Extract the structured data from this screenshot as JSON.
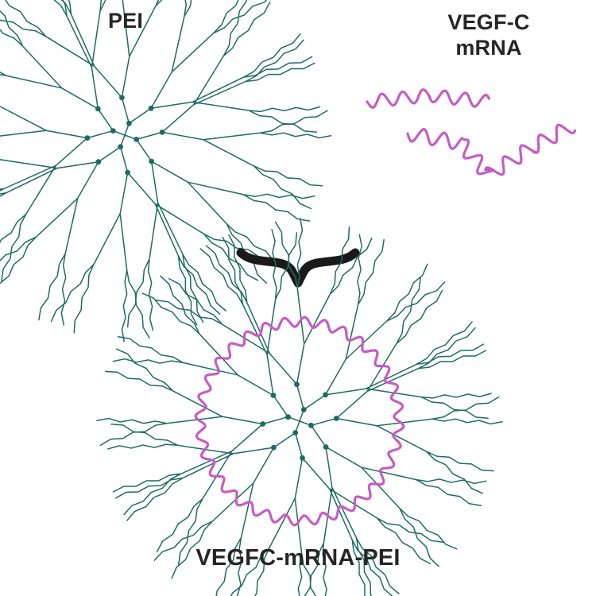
{
  "labels": {
    "pei": "PEI",
    "vegfc_line1": "VEGF-C",
    "vegfc_line2": "mRNA",
    "product": "VEGFC-mRNA-PEI"
  },
  "colors": {
    "dendrimer": "#1f6b63",
    "mrna": "#c45ec4",
    "brace": "#1a1a1a",
    "text": "#262626"
  }
}
